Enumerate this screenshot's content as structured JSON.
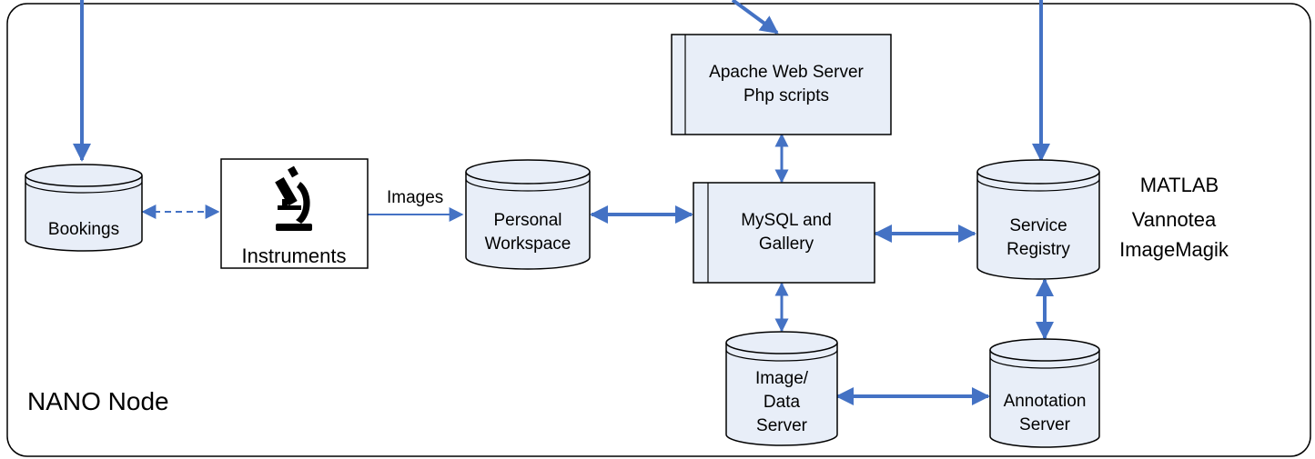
{
  "frame": {
    "label": "NANO Node"
  },
  "nodes": {
    "bookings": {
      "line1": "Bookings"
    },
    "instruments": {
      "label": "Instruments"
    },
    "workspace": {
      "line1": "Personal",
      "line2": "Workspace"
    },
    "apache": {
      "line1": "Apache Web Server",
      "line2": "Php scripts"
    },
    "mysql": {
      "line1": "MySQL and",
      "line2": "Gallery"
    },
    "registry": {
      "line1": "Service",
      "line2": "Registry"
    },
    "image_server": {
      "line1": "Image/",
      "line2": "Data",
      "line3": "Server"
    },
    "annotation": {
      "line1": "Annotation",
      "line2": "Server"
    }
  },
  "edge_labels": {
    "images": "Images"
  },
  "tools": {
    "line1": "MATLAB",
    "line2": "Vannotea",
    "line3": "ImageMagik"
  },
  "colors": {
    "arrow": "#4472C4",
    "box_fill": "#E8EEF8",
    "stroke": "#000000"
  },
  "icons": {
    "instrument_icon": "microscope-icon"
  }
}
